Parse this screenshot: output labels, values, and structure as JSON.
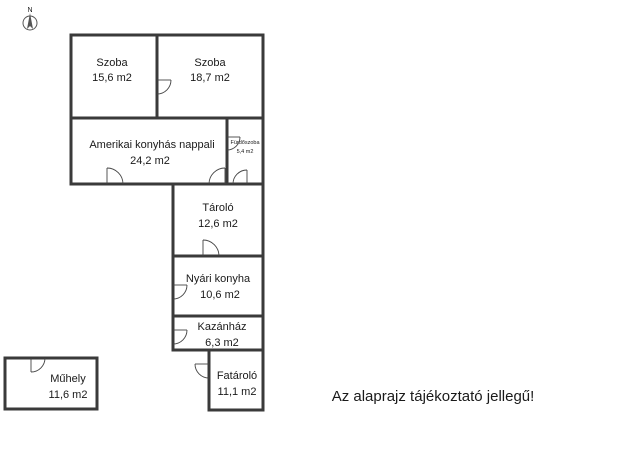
{
  "compass": {
    "letter": "N",
    "icon": "north-arrow-icon"
  },
  "rooms": [
    {
      "id": "szoba-1",
      "name": "Szoba",
      "area": "15,6 m2"
    },
    {
      "id": "szoba-2",
      "name": "Szoba",
      "area": "18,7 m2"
    },
    {
      "id": "nappali",
      "name": "Amerikai konyhás nappali",
      "area": "24,2 m2"
    },
    {
      "id": "furdoszoba",
      "name": "Fürdőszoba",
      "area": "5,4 m2"
    },
    {
      "id": "tarolo",
      "name": "Tároló",
      "area": "12,6 m2"
    },
    {
      "id": "nyari-konyha",
      "name": "Nyári konyha",
      "area": "10,6 m2"
    },
    {
      "id": "kazanhaz",
      "name": "Kazánház",
      "area": "6,3 m2"
    },
    {
      "id": "fatarolo",
      "name": "Fatároló",
      "area": "11,1 m2"
    },
    {
      "id": "muhely",
      "name": "Műhely",
      "area": "11,6 m2"
    }
  ],
  "disclaimer": "Az alaprajz tájékoztató jellegű!"
}
